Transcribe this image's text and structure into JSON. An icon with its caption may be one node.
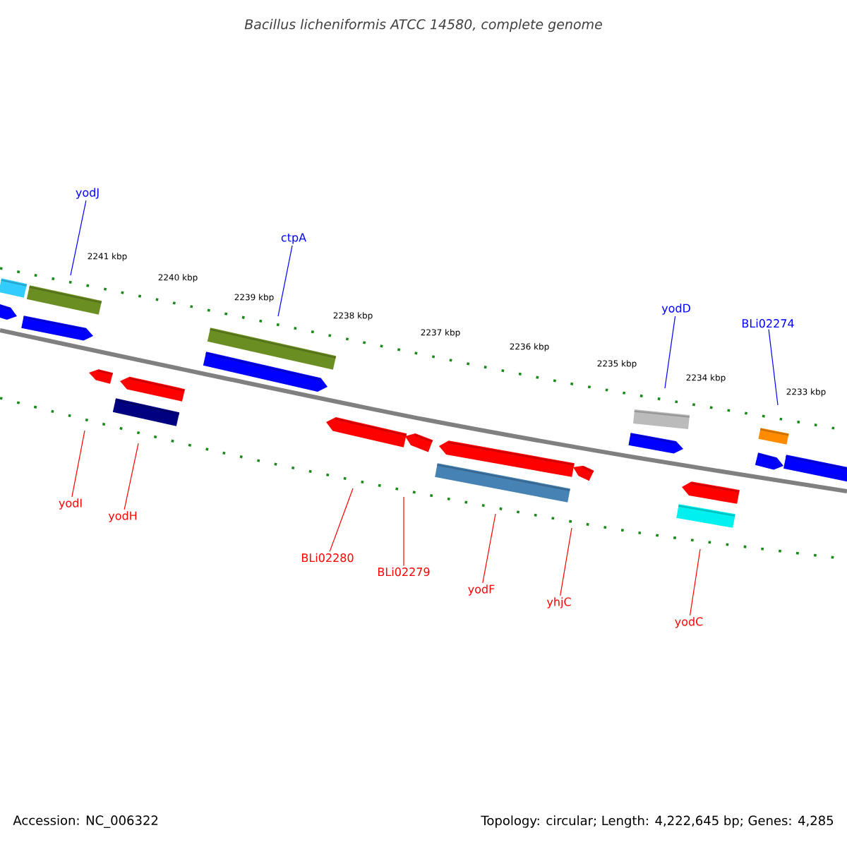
{
  "diagram": {
    "title": "Bacillus licheniformis ATCC 14580, complete genome",
    "nodes": [
      {
        "text": [
          "yodJ"
        ]
      },
      {
        "text": [
          "ctpA"
        ]
      },
      {
        "text": [
          "yodD"
        ]
      },
      {
        "text": [
          "BLi02274"
        ]
      },
      {
        "text": [
          "yodI"
        ]
      },
      {
        "text": [
          "yodH"
        ]
      },
      {
        "text": [
          "BLi02280"
        ]
      },
      {
        "text": [
          "BLi02279"
        ]
      },
      {
        "text": [
          "yodF"
        ]
      },
      {
        "text": [
          "yhjC"
        ]
      },
      {
        "text": [
          "yodC"
        ]
      }
    ],
    "edges": [
      {
        "from": 0,
        "to": null,
        "arrow": "none",
        "color": "#0000ff"
      },
      {
        "from": 1,
        "to": null,
        "arrow": "none",
        "color": "#0000ff"
      },
      {
        "from": 2,
        "to": null,
        "arrow": "none",
        "color": "#0000ff"
      },
      {
        "from": 3,
        "to": null,
        "arrow": "none",
        "color": "#0000ff"
      },
      {
        "from": 4,
        "to": null,
        "arrow": "none"
      },
      {
        "from": 5,
        "to": null,
        "arrow": "none"
      },
      {
        "from": 6,
        "to": null,
        "arrow": "none"
      },
      {
        "from": 7,
        "to": null,
        "arrow": "none"
      },
      {
        "from": 8,
        "to": null,
        "arrow": "none"
      },
      {
        "from": 9,
        "to": null,
        "arrow": "none"
      },
      {
        "from": 10,
        "to": null,
        "arrow": "none"
      }
    ],
    "labels": [
      "2241 kbp",
      "2240 kbp",
      "2239 kbp",
      "2238 kbp",
      "2237 kbp",
      "2236 kbp",
      "2235 kbp",
      "2234 kbp",
      "2233 kbp",
      "Accession: NC_006322",
      "Topology: circular; Length: 4,222,645 bp; Genes: 4,285"
    ]
  }
}
